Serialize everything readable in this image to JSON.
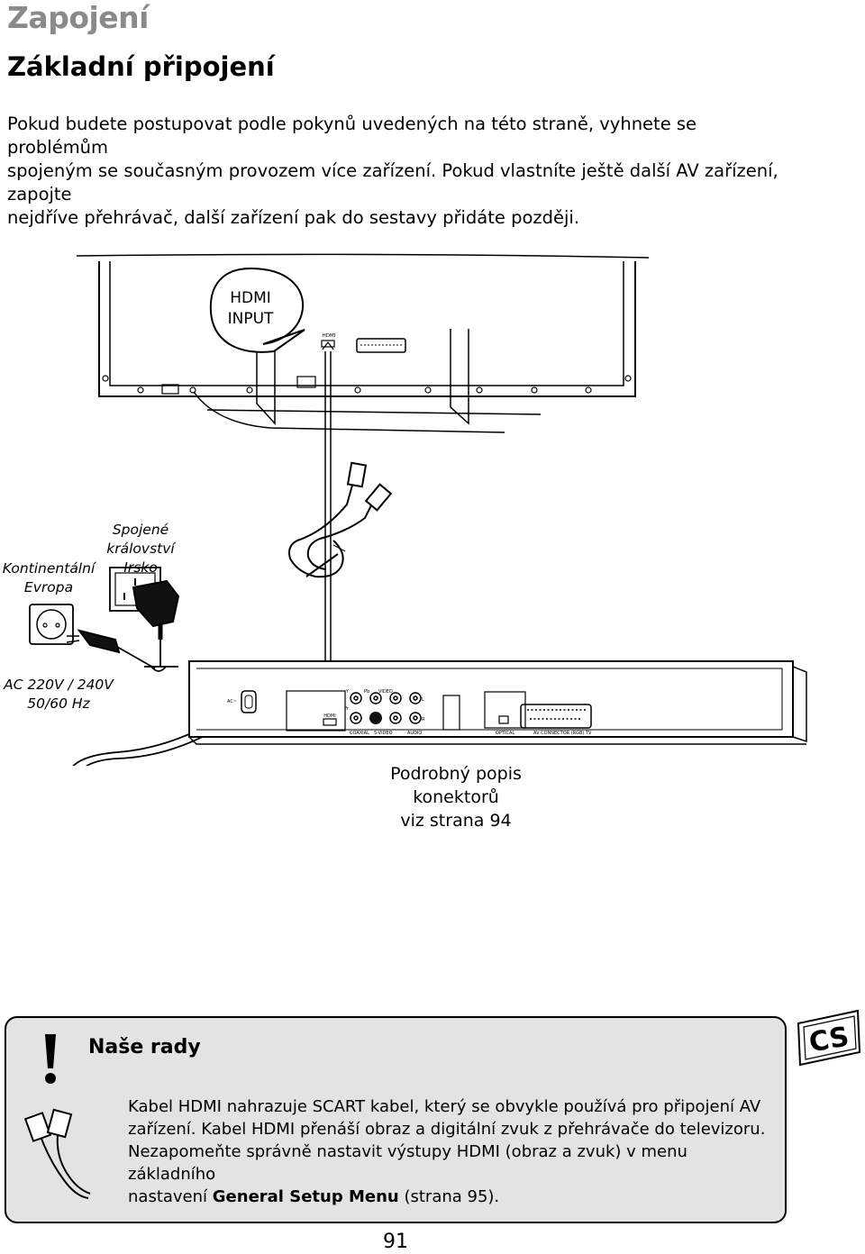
{
  "header": {
    "chapter_title": "Zapojení",
    "section_title": "Základní připojení"
  },
  "intro": {
    "line1": "Pokud budete postupovat podle pokynů uvedených na této straně, vyhnete se problémům",
    "line2": "spojeným se současným provozem více zařízení. Pokud vlastníte ještě další AV zařízení, zapojte",
    "line3": "nejdříve přehrávač, další zařízení pak do sestavy přidáte později."
  },
  "diagram": {
    "tv_callout_line1": "HDMI",
    "tv_callout_line2": "INPUT",
    "tv_hdmi_port": "HDMI",
    "uk_label_line1": "Spojené království",
    "uk_label_line2": "Irsko",
    "eu_label_line1": "Kontinentální",
    "eu_label_line2": "Evropa",
    "power_label_line1": "AC 220V / 240V",
    "power_label_line2": "50/60 Hz",
    "player_ac": "AC~",
    "player_hdmi": "HDMI",
    "player_y": "Y",
    "player_pb": "Pb",
    "player_pr": "Pr",
    "player_video": "VIDEO",
    "player_l": "L",
    "player_r": "R",
    "player_coaxial": "COAXIAL",
    "player_svideo": "S-VIDEO",
    "player_audio": "AUDIO",
    "player_optical": "OPTICAL",
    "player_scart": "AV CONNECTOR (RGB) TV",
    "details_line1": "Podrobný popis konektorů",
    "details_line2": "viz strana 94"
  },
  "tips": {
    "title": "Naše rady",
    "line1": "Kabel HDMI nahrazuje SCART kabel, který se obvykle používá pro připojení AV",
    "line2": "zařízení. Kabel HDMI přenáší obraz a digitální zvuk z přehrávače do televizoru.",
    "line3": "Nezapomeňte správně nastavit výstupy HDMI (obraz a zvuk) v menu základního",
    "line4_prefix": "nastavení ",
    "line4_bold": "General Setup Menu",
    "line4_suffix": " (strana 95)."
  },
  "page_number": "91",
  "lang_badge": "CS"
}
